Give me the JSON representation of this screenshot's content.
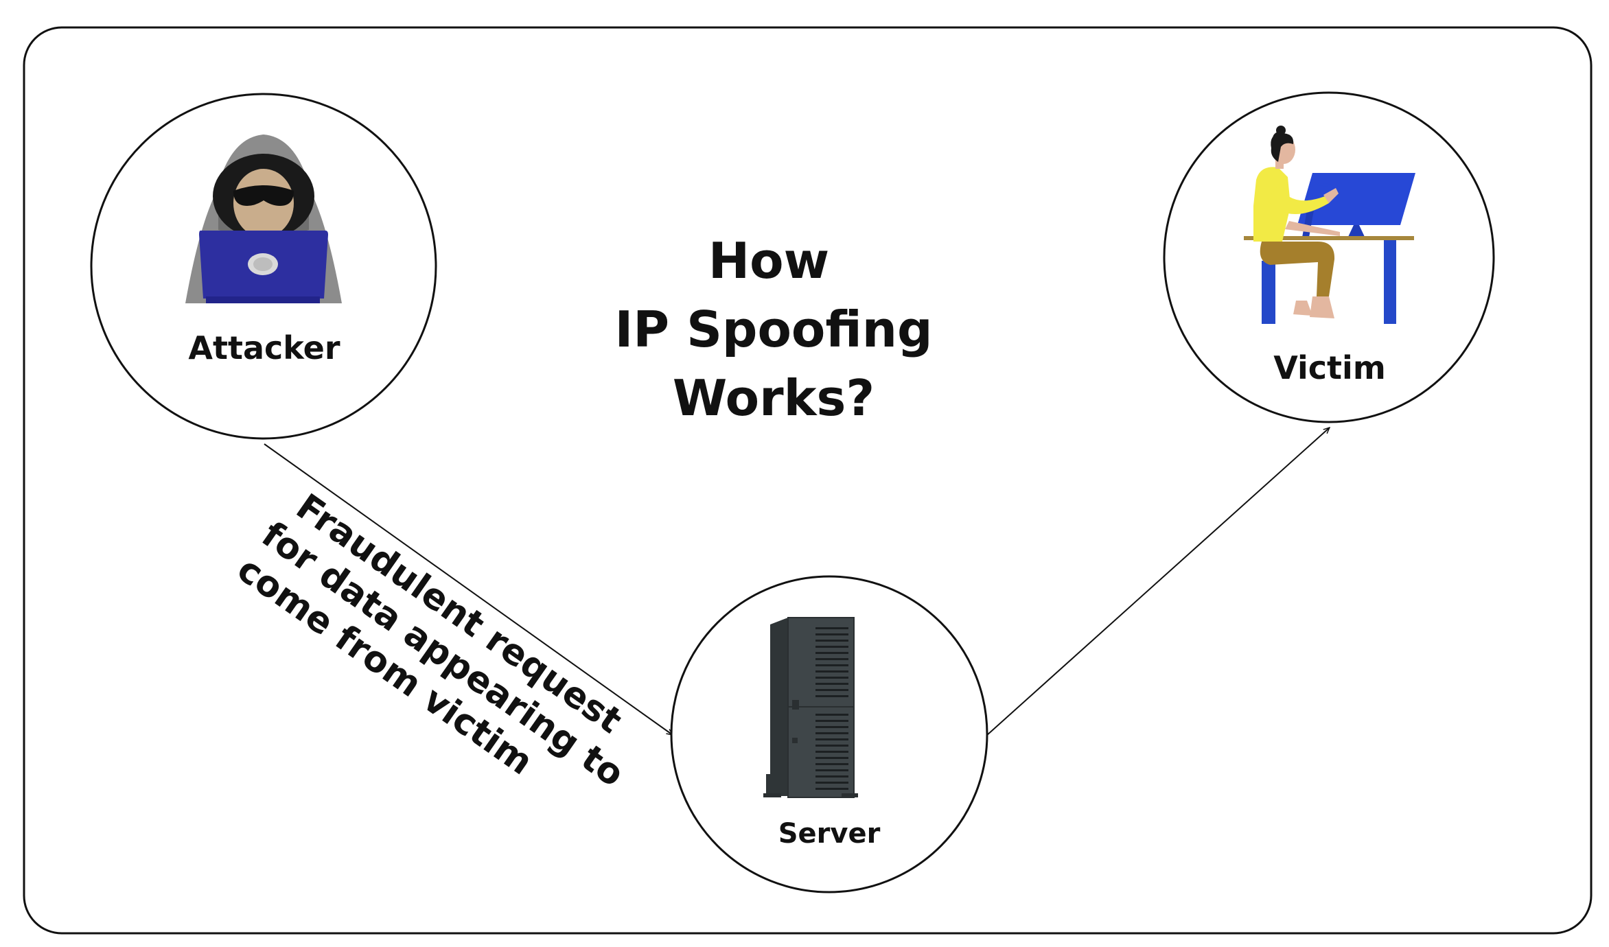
{
  "title": {
    "lines": [
      "How",
      "IP Spoofing",
      "Works?"
    ]
  },
  "nodes": {
    "attacker": {
      "label": "Attacker",
      "icon": "hooded-hacker-laptop-icon"
    },
    "victim": {
      "label": "Victim",
      "icon": "person-at-computer-desk-icon"
    },
    "server": {
      "label": "Server",
      "icon": "server-tower-icon"
    }
  },
  "edges": {
    "attacker_to_server": {
      "label_lines": [
        "Fraudulent request",
        "for data appearing to",
        "come from victim"
      ]
    },
    "server_to_victim": {
      "label_lines": []
    }
  },
  "colors": {
    "outline": "#111111",
    "hood": "#8c8c8c",
    "hood_dark": "#6f6f6f",
    "laptop_blue": "#2d2fa0",
    "skin": "#c9ad8c",
    "victim_shirt": "#f2ea45",
    "victim_pants": "#a57f2c",
    "monitor_blue": "#2748d6",
    "desk_blue": "#2448c9",
    "desk_top": "#a6873c",
    "server_body": "#3f4649"
  }
}
